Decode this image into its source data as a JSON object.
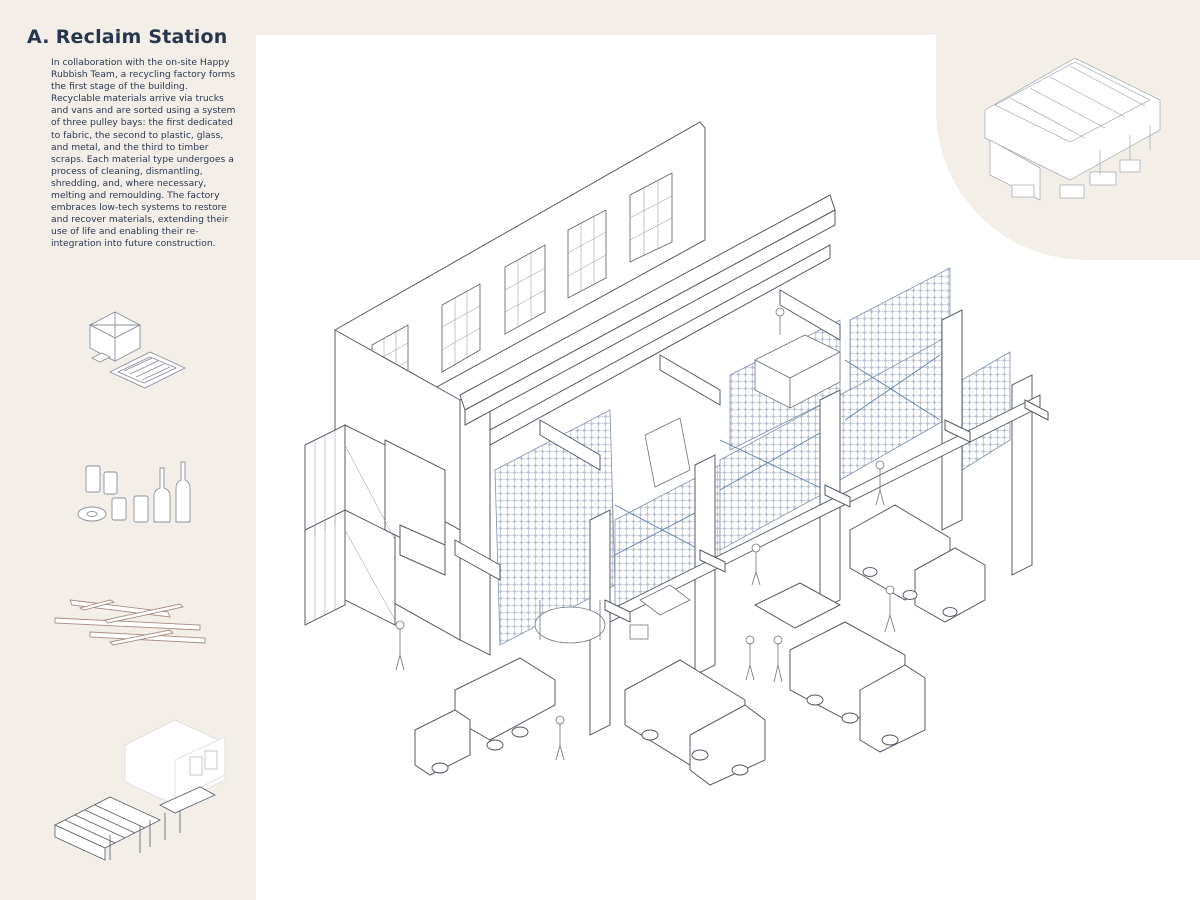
{
  "header": {
    "letter": "A.",
    "title": "Reclaim Station"
  },
  "description": "In collaboration with the on-site Happy Rubbish Team, a recycling factory forms the first stage of the building. Recyclable materials arrive via trucks and vans and are sorted using a system of three pulley bays: the first dedicated to fabric, the second to plastic, glass, and metal, and the third to timber scraps. Each material type undergoes a process of cleaning, dismantling, shredding, and, where necessary, melting and remoulding. The factory embraces low-tech systems to restore and recover materials, extending their use of life and enabling their re-integration into future construction.",
  "icons": [
    "fabric-bundle-icon",
    "bottles-cans-icon",
    "timber-planks-icon",
    "building-overview-icon"
  ],
  "colors": {
    "background": "#f3efe8",
    "panel": "#ffffff",
    "title": "#27364d",
    "line": "#8a8f99",
    "accent_blue": "#5d7fb0",
    "mesh": "#aab4c6"
  }
}
